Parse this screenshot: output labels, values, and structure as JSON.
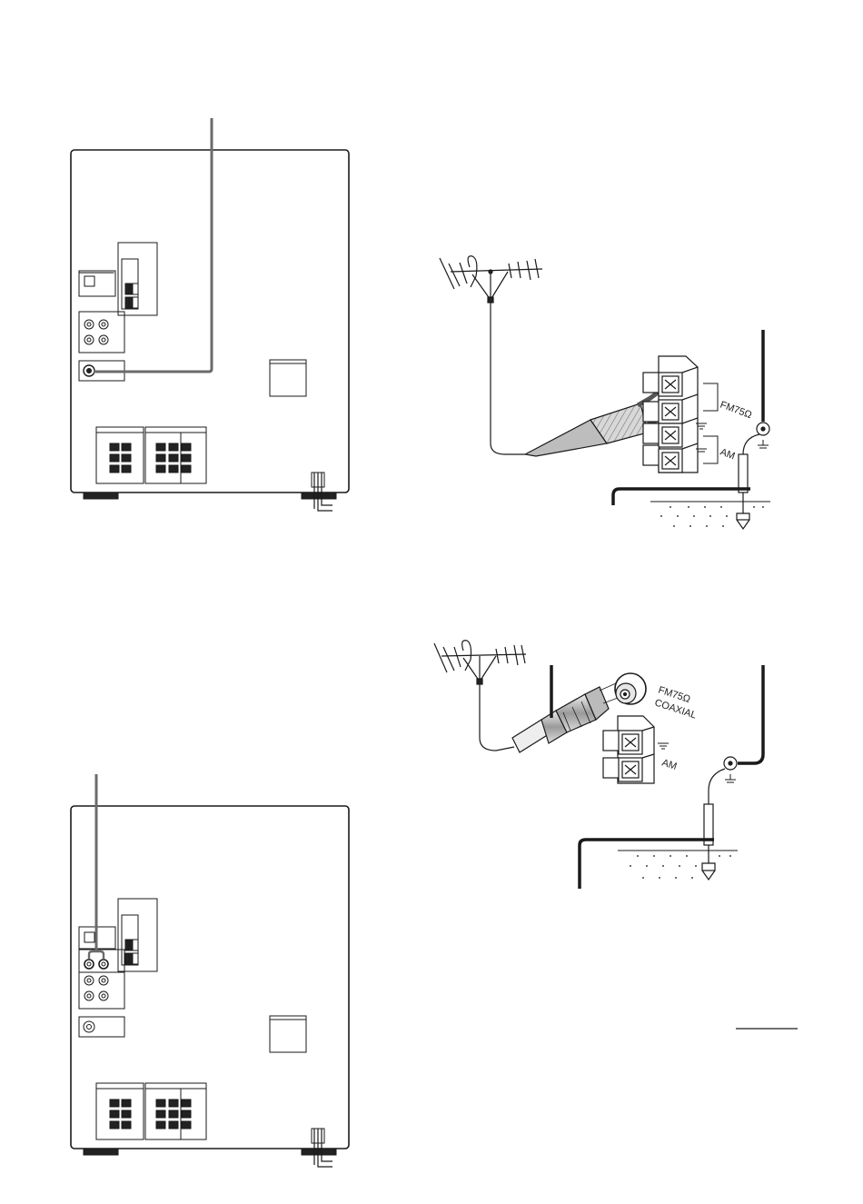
{
  "labels": {
    "fm75": "FM75Ω",
    "am": "AM",
    "fm75_coaxial_line1": "FM75Ω",
    "fm75_coaxial_line2": "COAXIAL",
    "am2": "AM"
  },
  "icons": {
    "ground": "ground-symbol-icon",
    "antenna": "yagi-antenna-icon",
    "plug": "coaxial-plug-icon"
  },
  "colors": {
    "line": "#1a1a1a",
    "callout_grey": "#6b6b6b",
    "panel_fill": "#ffffff"
  }
}
